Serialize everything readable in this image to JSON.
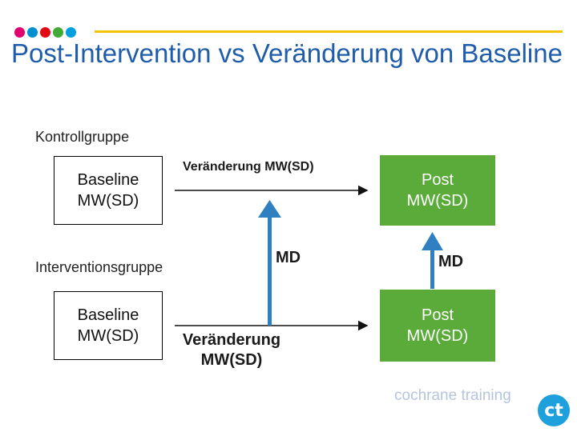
{
  "title": "Post-Intervention vs Veränderung von Baseline",
  "colors": {
    "title": "#1f5ca9",
    "accent_line": "#f2c500",
    "green_box": "#5aab3a",
    "arrow": "#2f7fc1",
    "dots": [
      "#e0006e",
      "#0090d0",
      "#e30613",
      "#3faa35",
      "#00a0e0"
    ]
  },
  "control": {
    "group_label": "Kontrollgruppe",
    "baseline": "Baseline MW(SD)",
    "change_label": "Veränderung MW(SD)",
    "post": "Post MW(SD)"
  },
  "intervention": {
    "group_label": "Interventionsgruppe",
    "baseline": "Baseline MW(SD)",
    "change_label": "Veränderung MW(SD)",
    "post": "Post MW(SD)"
  },
  "md_left": "MD",
  "md_right": "MD",
  "footer": {
    "text": "cochrane training",
    "logo_icon": "cochrane-logo-icon"
  }
}
